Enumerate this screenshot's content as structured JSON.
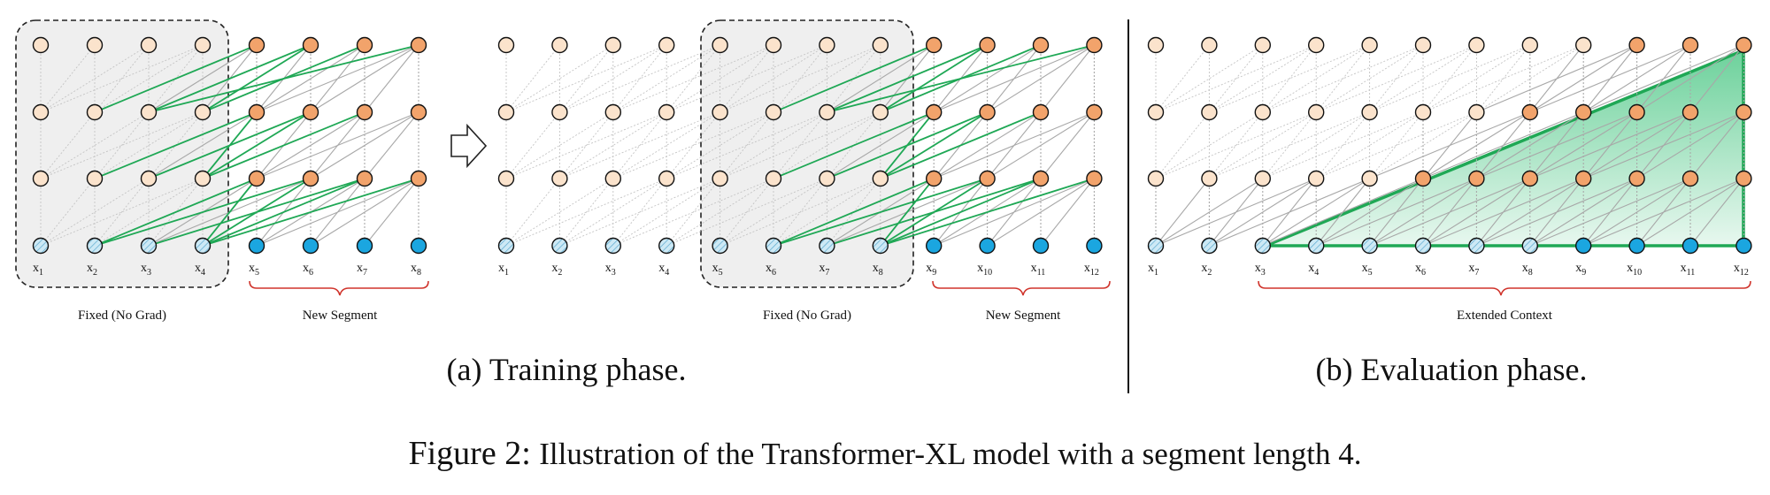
{
  "panels": {
    "training": {
      "caption": "(a) Training phase.",
      "fixed_label": "Fixed (No Grad)",
      "new_label": "New Segment",
      "step1_tokens": [
        "1",
        "2",
        "3",
        "4",
        "5",
        "6",
        "7",
        "8"
      ],
      "step2_tokens": [
        "1",
        "2",
        "3",
        "4",
        "5",
        "6",
        "7",
        "8",
        "9",
        "10",
        "11",
        "12"
      ]
    },
    "evaluation": {
      "caption": "(b) Evaluation phase.",
      "context_label": "Extended Context",
      "tokens": [
        "1",
        "2",
        "3",
        "4",
        "5",
        "6",
        "7",
        "8",
        "9",
        "10",
        "11",
        "12"
      ]
    }
  },
  "figure_caption": {
    "number": "Figure 2:",
    "text": "Illustration of the Transformer-XL model with a segment length 4."
  },
  "token_prefix": "x",
  "colors": {
    "hidden_light": "#fbe3cc",
    "hidden_active": "#f2a36b",
    "input_active": "#1ba6e0",
    "input_hatched": "#bfe3f2",
    "highlight_edge": "#1fa855",
    "context_fill": "#3cc27a",
    "bracket": "#d0342c",
    "fixed_box": "#efefef"
  }
}
